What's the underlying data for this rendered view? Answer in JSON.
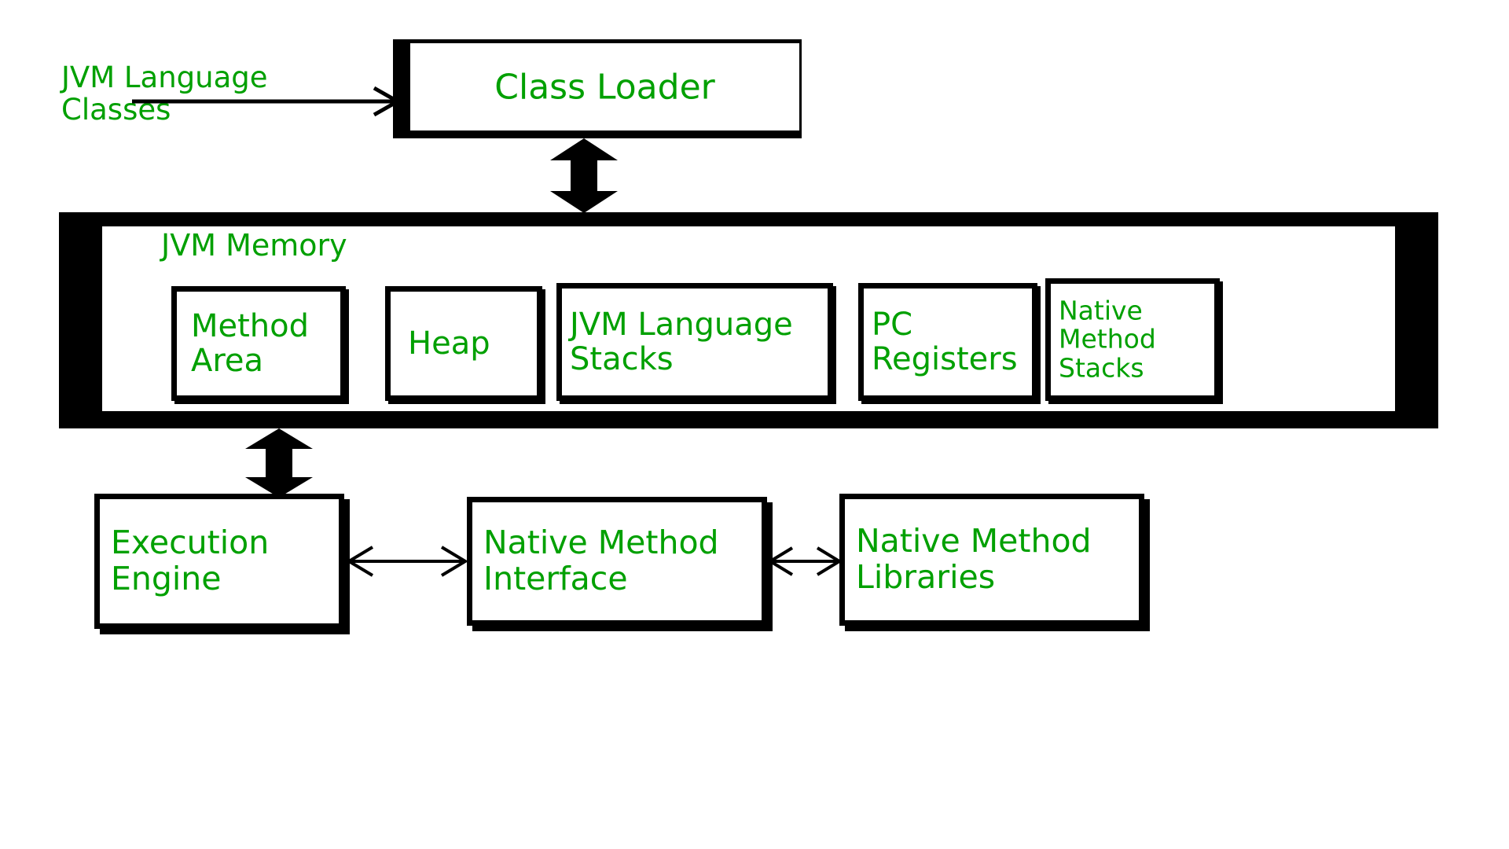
{
  "diagram": {
    "title": "JVM Architecture",
    "accent_color": "#00a000",
    "line_color": "#000000",
    "background": "#ffffff"
  },
  "source": {
    "label": "JVM Language\nClasses"
  },
  "class_loader": {
    "label": "Class Loader"
  },
  "jvm_memory": {
    "title": "JVM Memory",
    "areas": [
      {
        "id": "method-area",
        "label": "Method\nArea"
      },
      {
        "id": "heap",
        "label": "Heap"
      },
      {
        "id": "jvm-stacks",
        "label": "JVM Language\nStacks"
      },
      {
        "id": "pc-registers",
        "label": "PC\nRegisters"
      },
      {
        "id": "native-stacks",
        "label": "Native\nMethod\nStacks"
      }
    ]
  },
  "bottom_row": {
    "boxes": [
      {
        "id": "execution-engine",
        "label": "Execution\nEngine"
      },
      {
        "id": "native-interface",
        "label": "Native Method\nInterface"
      },
      {
        "id": "native-libraries",
        "label": "Native Method\nLibraries"
      }
    ]
  },
  "connectors": [
    {
      "id": "source-to-class-loader",
      "style": "thin-arrow",
      "direction": "right"
    },
    {
      "id": "class-loader-to-memory",
      "style": "block-double-arrow",
      "direction": "vertical"
    },
    {
      "id": "memory-to-execution",
      "style": "block-double-arrow",
      "direction": "vertical"
    },
    {
      "id": "execution-to-interface",
      "style": "thin-double-arrow",
      "direction": "horizontal"
    },
    {
      "id": "interface-to-libraries",
      "style": "thin-double-arrow",
      "direction": "horizontal"
    }
  ]
}
